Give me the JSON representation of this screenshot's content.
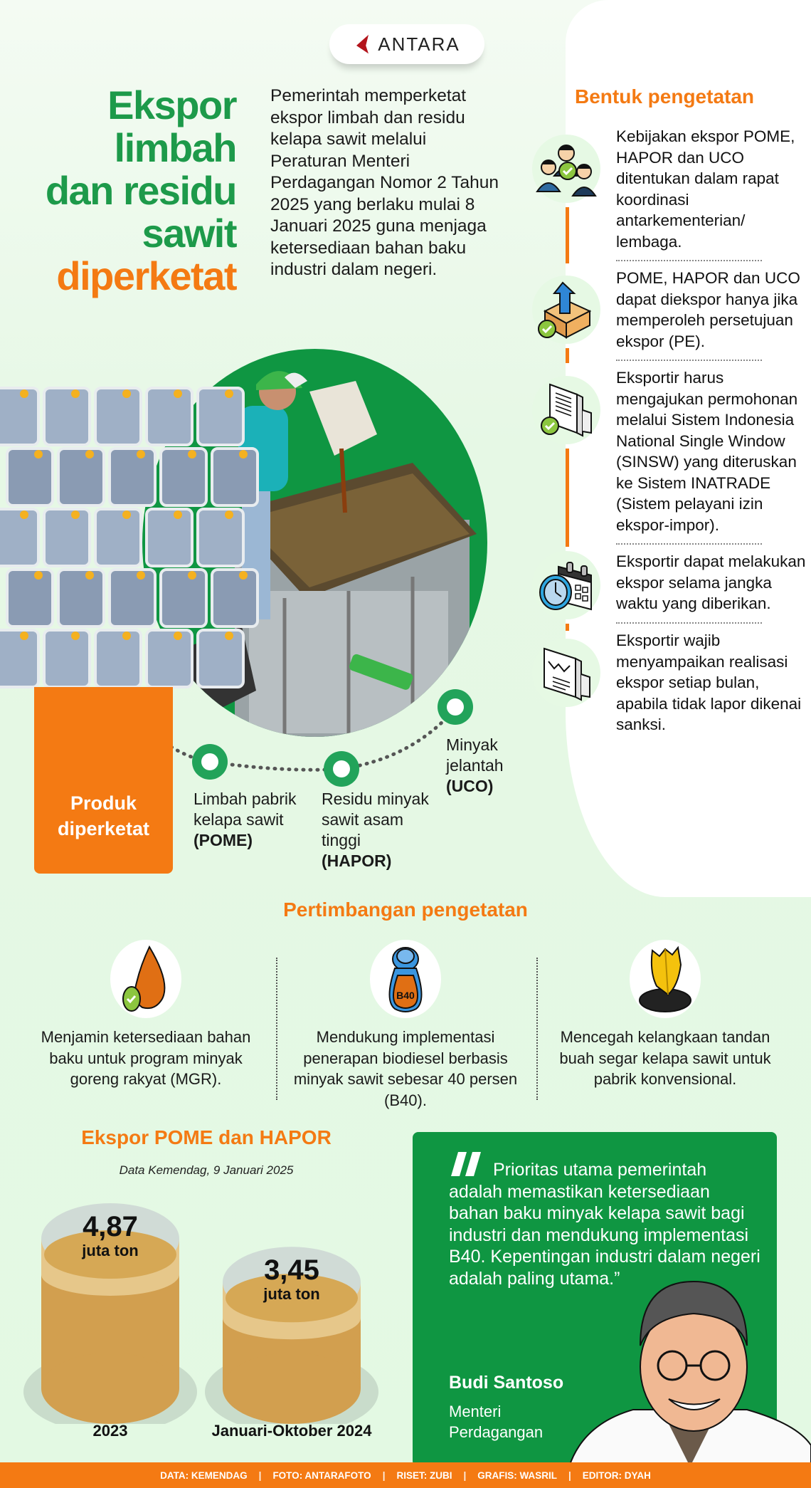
{
  "brand": {
    "logo_text": "ANTARA",
    "accent_orange": "#f47a13",
    "accent_green": "#1d9a4a"
  },
  "title": {
    "line1": "Ekspor",
    "line2": "limbah",
    "line3": "dan residu",
    "line4": "sawit",
    "line5": "diperketat"
  },
  "intro": "Pemerintah memperketat ekspor limbah dan residu kelapa sawit melalui Peraturan Menteri Perdagangan Nomor 2 Tahun 2025 yang berlaku mulai 8 Januari 2025 guna menjaga ketersediaan bahan baku industri dalam negeri.",
  "bentuk": {
    "title": "Bentuk pengetatan",
    "items": [
      {
        "icon": "meeting-people-icon",
        "text": "Kebijakan ekspor POME, HAPOR dan UCO ditentukan dalam rapat koordinasi antarkementerian/ lembaga."
      },
      {
        "icon": "export-box-icon",
        "text": "POME, HAPOR dan UCO dapat diekspor hanya jika memperoleh persetujuan ekspor (PE)."
      },
      {
        "icon": "document-application-icon",
        "text": "Eksportir harus mengajukan permohonan melalui Sistem Indonesia National Single Window (SINSW) yang diteruskan ke Sistem INATRADE (Sistem pelayani izin ekspor-impor)."
      },
      {
        "icon": "calendar-clock-icon",
        "text": "Eksportir dapat melakukan ekspor selama jangka waktu yang diberikan."
      },
      {
        "icon": "report-chart-icon",
        "text": "Eksportir wajib menyampaikan realisasi ekspor setiap bulan, apabila tidak lapor dikenai sanksi."
      }
    ]
  },
  "produk": {
    "label_line1": "Produk",
    "label_line2": "diperketat",
    "items": [
      {
        "text": "Limbah pabrik kelapa sawit",
        "code": "(POME)"
      },
      {
        "text": "Residu minyak sawit asam tinggi",
        "code": "(HAPOR)"
      },
      {
        "text": "Minyak jelantah",
        "code": "(UCO)"
      }
    ]
  },
  "pertimbangan": {
    "title": "Pertimbangan pengetatan",
    "items": [
      {
        "icon": "oil-drop-icon",
        "text": "Menjamin ketersediaan bahan baku untuk program minyak goreng rakyat (MGR)."
      },
      {
        "icon": "b40-fuel-icon",
        "badge": "B40",
        "text": "Mendukung implementasi penerapan biodiesel berbasis minyak sawit sebesar 40 persen (B40)."
      },
      {
        "icon": "palm-fruit-icon",
        "text": "Mencegah kelangkaan tandan buah segar kelapa sawit untuk pabrik konvensional."
      }
    ]
  },
  "chart_data": {
    "type": "bar",
    "title": "Ekspor POME dan HAPOR",
    "subtitle": "Data Kemendag, 9 Januari 2025",
    "categories": [
      "2023",
      "Januari-Oktober 2024"
    ],
    "values": [
      4.87,
      3.45
    ],
    "value_labels": [
      "4,87",
      "3,45"
    ],
    "unit": "juta ton",
    "ylabel": "juta ton",
    "xlabel": ""
  },
  "quote": {
    "text": "Prioritas utama pemerintah adalah memastikan ketersediaan bahan baku minyak kelapa sawit bagi industri dan mendukung implementasi B40. Kepentingan industri dalam negeri adalah paling utama.”",
    "name": "Budi Santoso",
    "role": "Menteri Perdagangan"
  },
  "footer": {
    "credits": [
      "DATA: KEMENDAG",
      "FOTO: ANTARAFOTO",
      "RISET: ZUBI",
      "GRAFIS: WASRIL",
      "EDITOR: DYAH"
    ]
  }
}
